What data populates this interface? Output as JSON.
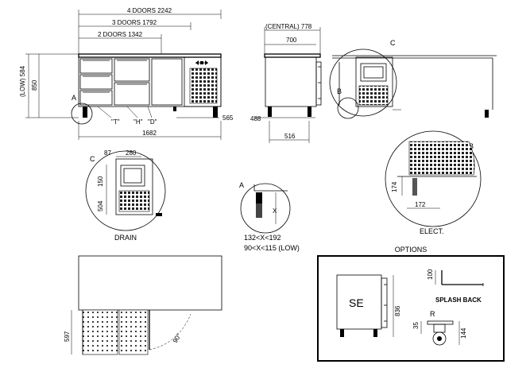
{
  "front_view": {
    "dim_4_doors": "4 DOORS  2242",
    "dim_3_doors": "3  DOORS  1792",
    "dim_2_doors": "2  DOORS  1342",
    "height_low": "(LOW) 584",
    "height": "850",
    "width": "1682",
    "depth_right": "565",
    "label_t": "\"T\"",
    "label_h": "\"H\"",
    "label_d": "\"D\"",
    "detail_a": "A"
  },
  "side_view": {
    "depth_central": "(CENTRAL)  778",
    "depth": "700",
    "height_base": "488",
    "feet_span": "516"
  },
  "detail_c_top": {
    "label": "C"
  },
  "detail_b_top": {
    "label": "B"
  },
  "detail_c": {
    "label": "C",
    "dim_87": "87",
    "dim_280": "280",
    "dim_150": "150",
    "dim_504": "504",
    "caption": "DRAIN"
  },
  "detail_a": {
    "label": "A",
    "x_label": "X",
    "range_standard": "132<X<192",
    "range_low": "90<X<115 (LOW)"
  },
  "detail_b": {
    "label": "B",
    "dim_174": "174",
    "dim_172": "172",
    "caption": "ELECT."
  },
  "plan_view": {
    "depth": "597",
    "door_angle": "90°"
  },
  "options": {
    "title": "OPTIONS",
    "se_label": "SE",
    "se_height": "836",
    "splash_height": "100",
    "splash_label": "SPLASH BACK",
    "wheel_label": "R",
    "wheel_35": "35",
    "wheel_144": "144"
  }
}
